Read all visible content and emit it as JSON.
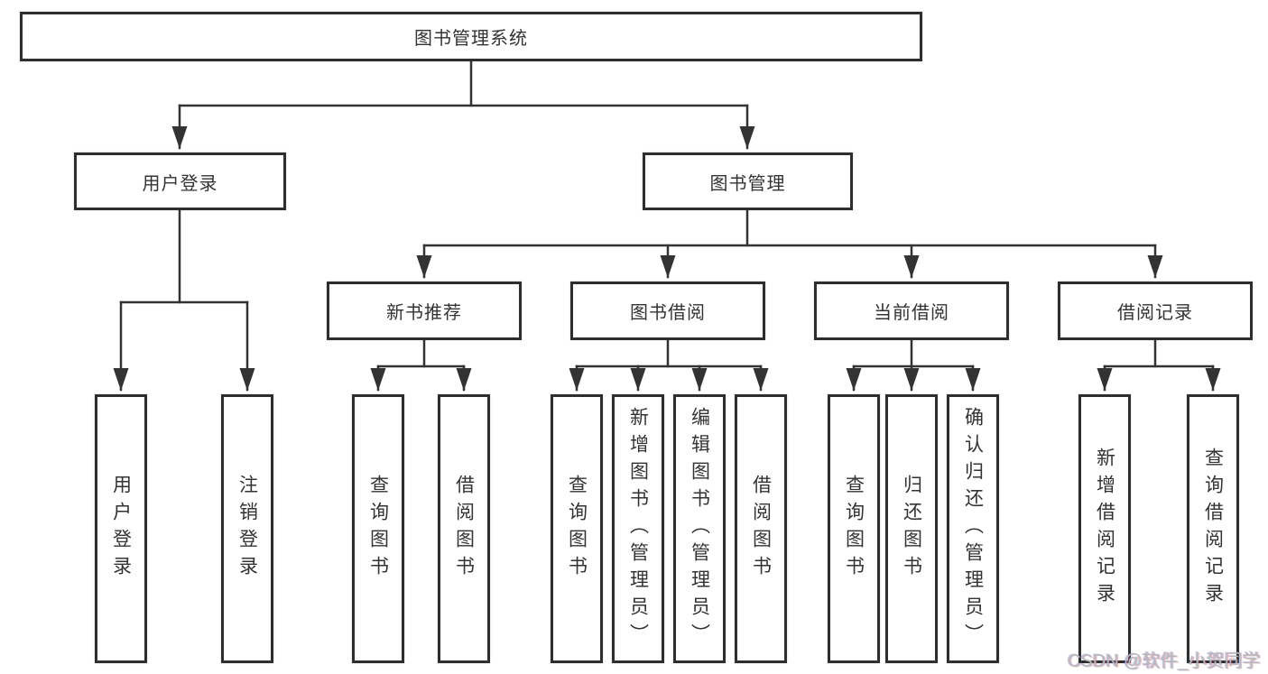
{
  "diagram": {
    "root": {
      "label": "图书管理系统"
    },
    "level2": [
      {
        "label": "用户登录"
      },
      {
        "label": "图书管理"
      }
    ],
    "level3": [
      {
        "label": "新书推荐"
      },
      {
        "label": "图书借阅"
      },
      {
        "label": "当前借阅"
      },
      {
        "label": "借阅记录"
      }
    ],
    "leaves": [
      {
        "label": "用户登录"
      },
      {
        "label": "注销登录"
      },
      {
        "label": "查询图书"
      },
      {
        "label": "借阅图书"
      },
      {
        "label": "查询图书"
      },
      {
        "label": "新增图书（管理员）"
      },
      {
        "label": "编辑图书（管理员）"
      },
      {
        "label": "借阅图书"
      },
      {
        "label": "查询图书"
      },
      {
        "label": "归还图书"
      },
      {
        "label": "确认归还（管理员）"
      },
      {
        "label": "新增借阅记录"
      },
      {
        "label": "查询借阅记录"
      }
    ],
    "tree": {
      "label": "图书管理系统",
      "children": [
        {
          "label": "用户登录",
          "children": [
            {
              "label": "用户登录"
            },
            {
              "label": "注销登录"
            }
          ]
        },
        {
          "label": "图书管理",
          "children": [
            {
              "label": "新书推荐",
              "children": [
                {
                  "label": "查询图书"
                },
                {
                  "label": "借阅图书"
                }
              ]
            },
            {
              "label": "图书借阅",
              "children": [
                {
                  "label": "查询图书"
                },
                {
                  "label": "新增图书（管理员）"
                },
                {
                  "label": "编辑图书（管理员）"
                },
                {
                  "label": "借阅图书"
                }
              ]
            },
            {
              "label": "当前借阅",
              "children": [
                {
                  "label": "查询图书"
                },
                {
                  "label": "归还图书"
                },
                {
                  "label": "确认归还（管理员）"
                }
              ]
            },
            {
              "label": "借阅记录",
              "children": [
                {
                  "label": "新增借阅记录"
                },
                {
                  "label": "查询借阅记录"
                }
              ]
            }
          ]
        }
      ]
    },
    "colors": {
      "line": "#333333",
      "box_border": "#2e2e2e",
      "background": "#ffffff",
      "watermark": "#b9b9bd"
    }
  },
  "watermark": {
    "text": "CSDN @软件_小贺同学"
  }
}
